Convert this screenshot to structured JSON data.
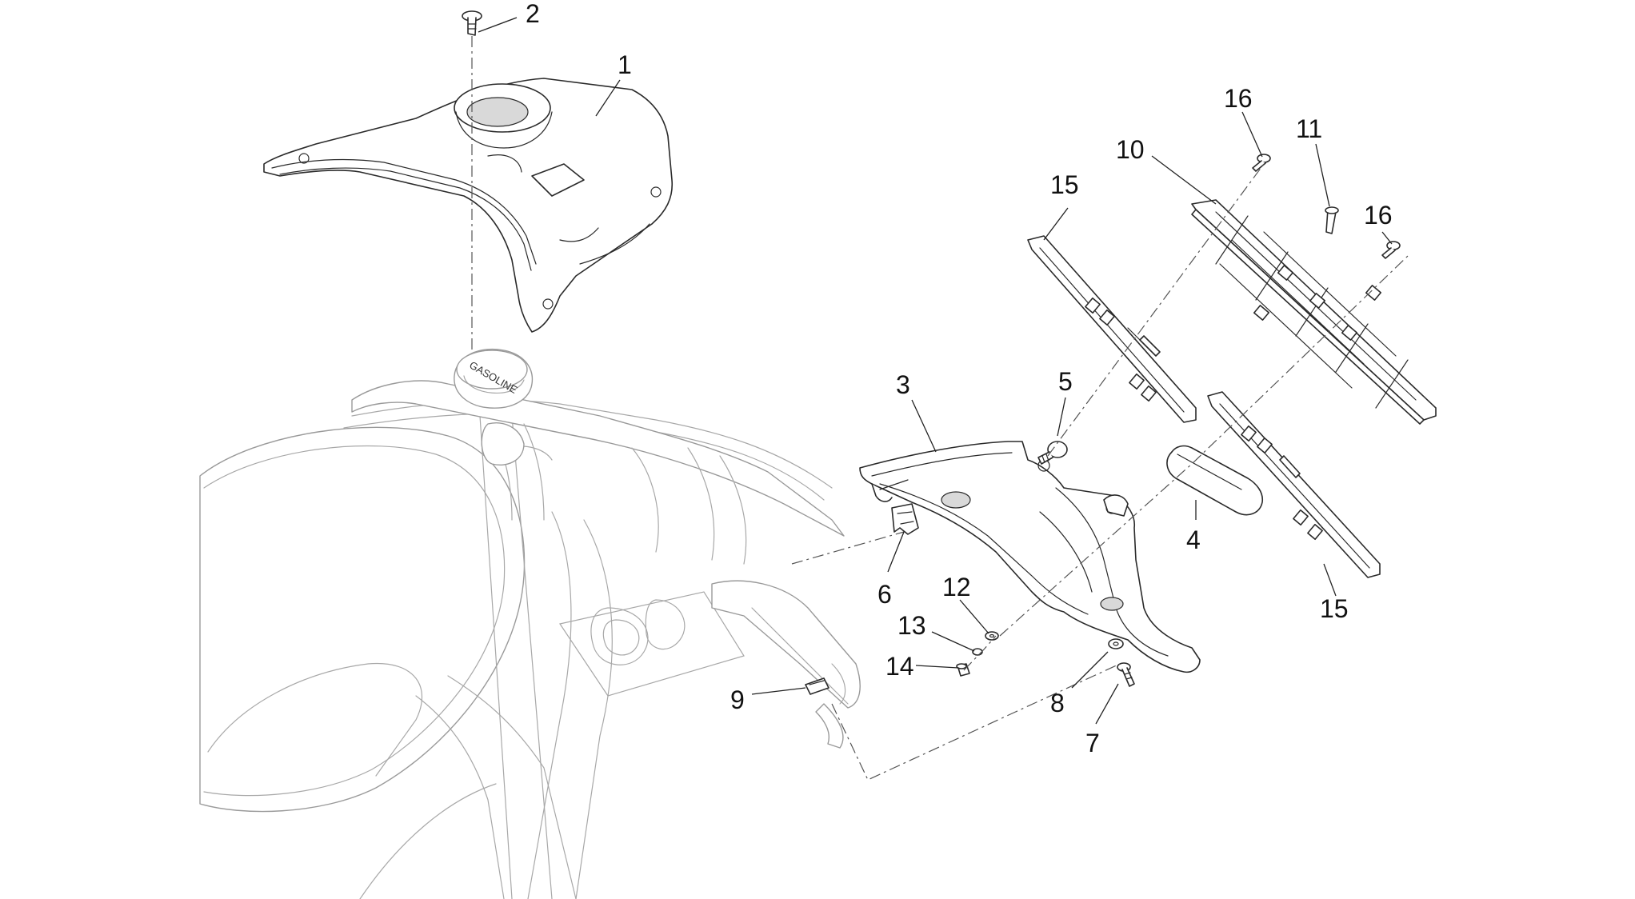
{
  "diagram": {
    "cap_label": "GASOLINE",
    "callouts": [
      {
        "id": "c1",
        "text": "1"
      },
      {
        "id": "c2",
        "text": "2"
      },
      {
        "id": "c3",
        "text": "3"
      },
      {
        "id": "c4",
        "text": "4"
      },
      {
        "id": "c5",
        "text": "5"
      },
      {
        "id": "c6",
        "text": "6"
      },
      {
        "id": "c7",
        "text": "7"
      },
      {
        "id": "c8",
        "text": "8"
      },
      {
        "id": "c9",
        "text": "9"
      },
      {
        "id": "c10",
        "text": "10"
      },
      {
        "id": "c11",
        "text": "11"
      },
      {
        "id": "c12",
        "text": "12"
      },
      {
        "id": "c13",
        "text": "13"
      },
      {
        "id": "c14",
        "text": "14"
      },
      {
        "id": "c15a",
        "text": "15"
      },
      {
        "id": "c15b",
        "text": "15"
      },
      {
        "id": "c16a",
        "text": "16"
      },
      {
        "id": "c16b",
        "text": "16"
      }
    ]
  }
}
